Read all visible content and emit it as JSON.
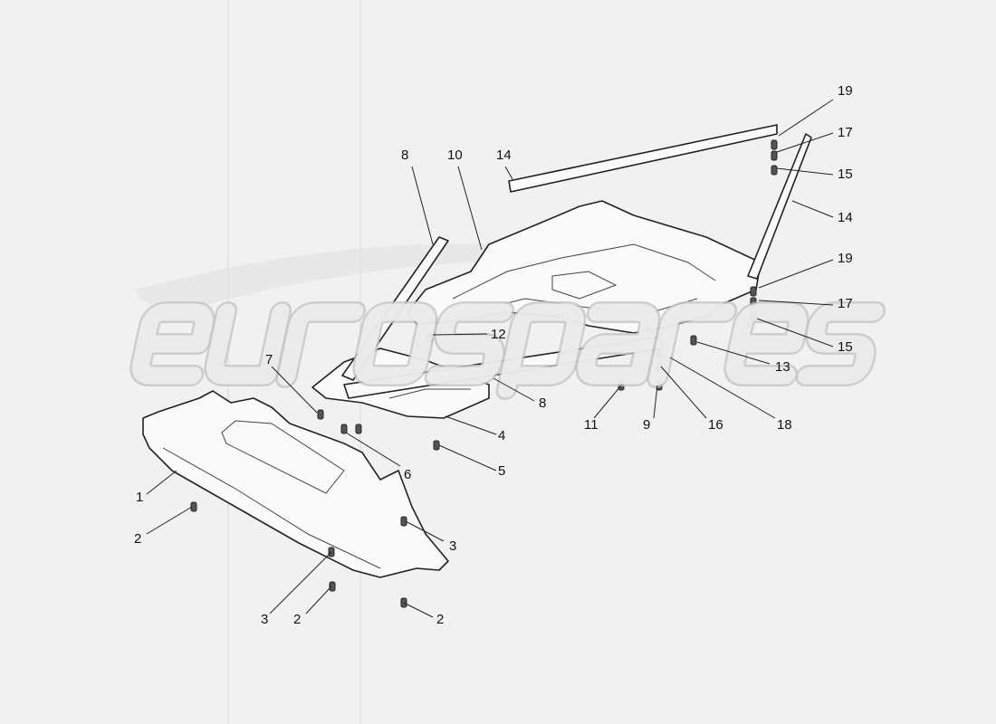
{
  "watermark": {
    "text": "eurospares"
  },
  "callouts": [
    {
      "label": "19"
    },
    {
      "label": "17"
    },
    {
      "label": "15"
    },
    {
      "label": "14"
    },
    {
      "label": "14"
    },
    {
      "label": "8"
    },
    {
      "label": "10"
    },
    {
      "label": "19"
    },
    {
      "label": "17"
    },
    {
      "label": "15"
    },
    {
      "label": "13"
    },
    {
      "label": "12"
    },
    {
      "label": "7"
    },
    {
      "label": "8"
    },
    {
      "label": "4"
    },
    {
      "label": "11"
    },
    {
      "label": "9"
    },
    {
      "label": "16"
    },
    {
      "label": "18"
    },
    {
      "label": "5"
    },
    {
      "label": "6"
    },
    {
      "label": "1"
    },
    {
      "label": "2"
    },
    {
      "label": "3"
    },
    {
      "label": "3"
    },
    {
      "label": "2"
    },
    {
      "label": "2"
    }
  ],
  "colors": {
    "background": "#f1f1f1",
    "line": "#222222"
  }
}
